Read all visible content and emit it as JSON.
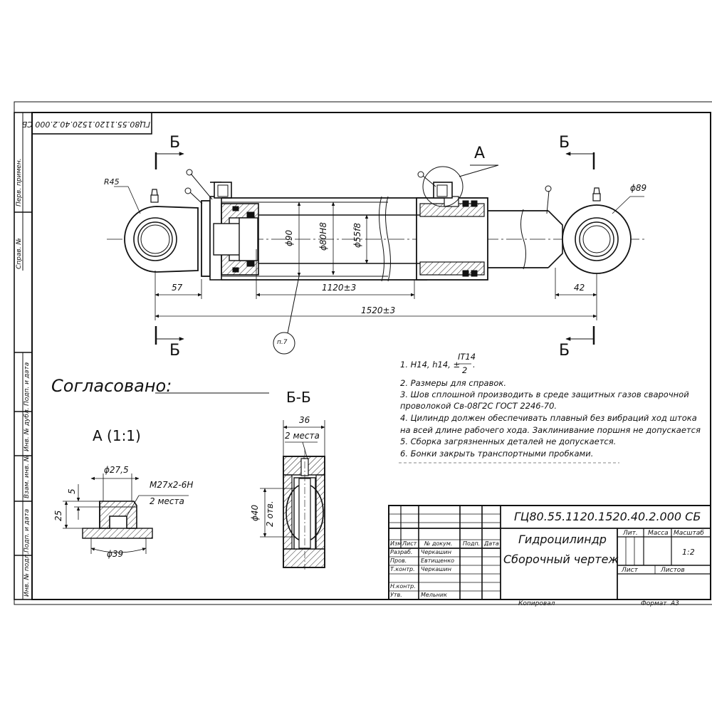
{
  "drawing": {
    "code_rotated": "ГЦ80.55.1120.1520.40.2.000 СБ",
    "side_labels": {
      "perv_primen": "Перв. примен.",
      "sprav": "Справ. №",
      "podp_data_1": "Подп. и дата",
      "inv_dubl": "Инв. № дубл.",
      "vzam_inv": "Взам. инв. №",
      "podp_data_2": "Подп. и дата",
      "inv_podl": "Инв. № подл."
    },
    "section_letters": {
      "b_top_left": "Б",
      "b_top_right": "Б",
      "b_bottom_left": "Б",
      "b_bottom_right": "Б",
      "a_callout": "А"
    },
    "dimensions": {
      "r45": "R45",
      "d89": "ϕ89",
      "d90": "ϕ90",
      "d80h8": "ϕ80Н8",
      "d55f8": "ϕ55f8",
      "d57": "57",
      "d1120": "1120±3",
      "d42": "42",
      "d1520": "1520±3",
      "pos7": "п.7"
    },
    "agreed": "Согласовано:",
    "view_a": {
      "title": "А (1:1)",
      "d27_5": "ϕ27,5",
      "m27": "M27x2-6H",
      "places": "2 места",
      "h5": "5",
      "h25": "25",
      "d39": "ϕ39"
    },
    "section_bb": {
      "title": "Б-Б",
      "w36": "36",
      "places": "2 места",
      "d40": "ϕ40",
      "holes": "2 отв."
    },
    "notes": {
      "n1_a": "1. Н14, h14, ±",
      "n1_num": "IT14",
      "n1_den": "2",
      "n1_dot": ".",
      "n2": "2. Размеры для справок.",
      "n3a": "3. Шов сплошной производить в среде защитных газов сварочной",
      "n3b": "проволокой Св-08Г2С   ГОСТ 2246-70.",
      "n4a": "4. Цилиндр должен обеспечивать плавный без вибраций ход штока",
      "n4b": "на всей длине рабочего хода. Заклинивание поршня не допускается",
      "n5": "5. Сборка загрязненных деталей не допускается.",
      "n6": "6. Бонки закрыть транспортными пробками."
    },
    "title_block": {
      "code": "ГЦ80.55.1120.1520.40.2.000 СБ",
      "name1": "Гидроцилиндр",
      "name2": "Сборочный чертеж",
      "col_izm": "Изм.",
      "col_list": "Лист",
      "col_doc": "№ докум.",
      "col_podp": "Подп.",
      "col_data": "Дата",
      "row_razrab": "Разраб.",
      "name_razrab": "Черкашин",
      "row_prov": "Пров.",
      "name_prov": "Евтищенко",
      "row_tkontr": "Т.контр.",
      "name_tkontr": "Черкашин",
      "row_nkontr": "Н.контр.",
      "row_utv": "Утв.",
      "name_utv": "Мельник",
      "lit": "Лит.",
      "massa": "Масса",
      "masshtab": "Масштаб",
      "scale": "1:2",
      "list": "Лист",
      "listov": "Листов",
      "kopiroval": "Копировал",
      "format": "Формат",
      "format_val": "А3"
    }
  }
}
